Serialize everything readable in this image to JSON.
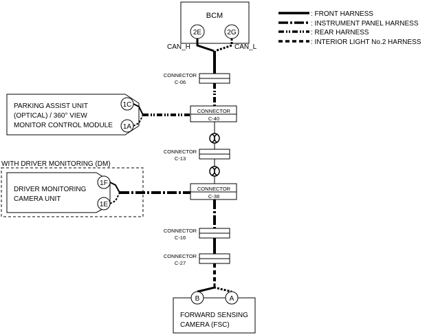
{
  "legend": {
    "front": ": FRONT HARNESS",
    "instrument": ": INSTRUMENT PANEL HARNESS",
    "rear": ": REAR HARNESS",
    "interior": ": INTERIOR LIGHT No.2 HARNESS"
  },
  "bcm": {
    "label": "BCM",
    "pin_left": "2E",
    "pin_right": "2G",
    "can_h": "CAN_H",
    "can_l": "CAN_L"
  },
  "connectors": {
    "c06": {
      "label": "CONNECTOR",
      "code": "C-06"
    },
    "c40": {
      "label": "CONNECTOR",
      "code": "C-40"
    },
    "c13": {
      "label": "CONNECTOR",
      "code": "C-13"
    },
    "c38": {
      "label": "CONNECTOR",
      "code": "C-38"
    },
    "c16": {
      "label": "CONNECTOR",
      "code": "C-16"
    },
    "c27": {
      "label": "CONNECTOR",
      "code": "C-27"
    }
  },
  "parking": {
    "line1": "PARKING ASSIST UNIT",
    "line2": "(OPTICAL) / 360° VIEW",
    "line3": "MONITOR CONTROL MODULE",
    "pin_top": "1C",
    "pin_bottom": "1A"
  },
  "dm_group": {
    "label": "WITH DRIVER MONITORING (DM)"
  },
  "dm_camera": {
    "line1": "DRIVER MONITORING",
    "line2": "CAMERA UNIT",
    "pin_top": "1F",
    "pin_bottom": "1E"
  },
  "fsc": {
    "line1": "FORWARD SENSING",
    "line2": "CAMERA (FSC)",
    "pin_left": "B",
    "pin_right": "A"
  }
}
